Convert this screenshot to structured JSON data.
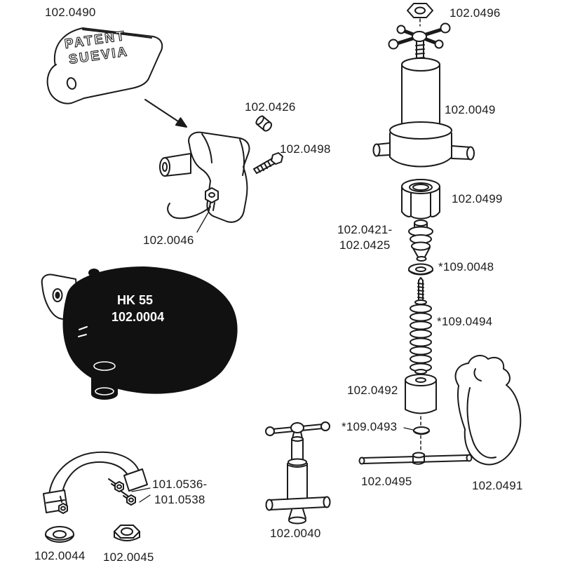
{
  "cover_stamp": {
    "line1": "PATENT",
    "line2": "SUEVIA"
  },
  "bowl": {
    "model": "HK 55",
    "part": "102.0004"
  },
  "labels": {
    "cover": "102.0490",
    "plug_screw": "102.0426",
    "fixing_bolt": "102.0498",
    "bracket_nut": "102.0046",
    "top_nut": "102.0496",
    "valve_upper": "102.0049",
    "union_nut": "102.0499",
    "bellows_from": "102.0421-",
    "bellows_to": "102.0425",
    "washer_small": "*109.0048",
    "spring": "*109.0494",
    "piston": "102.0492",
    "seal_disc": "*109.0493",
    "lever_pin": "102.0495",
    "paddle": "102.0491",
    "clamp_from": "101.0536-",
    "clamp_to": "101.0538",
    "washer_large": "102.0044",
    "hex_nut": "102.0045",
    "tool": "102.0040"
  }
}
